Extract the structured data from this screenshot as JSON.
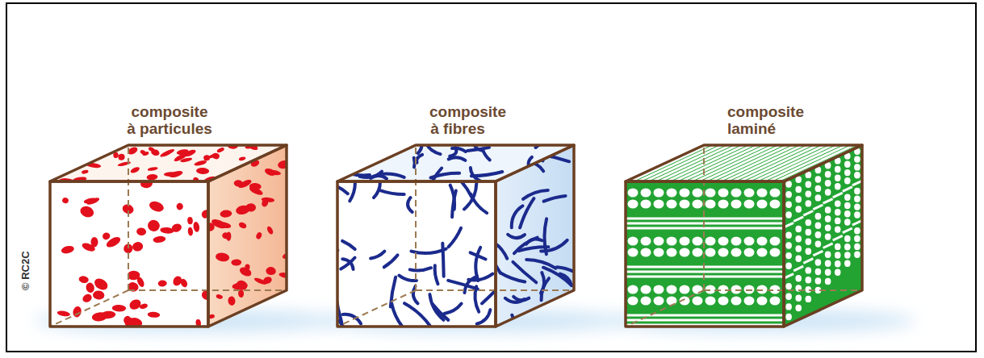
{
  "diagram": {
    "labels": [
      "composite à particules",
      "composite à fibres",
      "composite laminé",
      "© RC2C"
    ]
  }
}
